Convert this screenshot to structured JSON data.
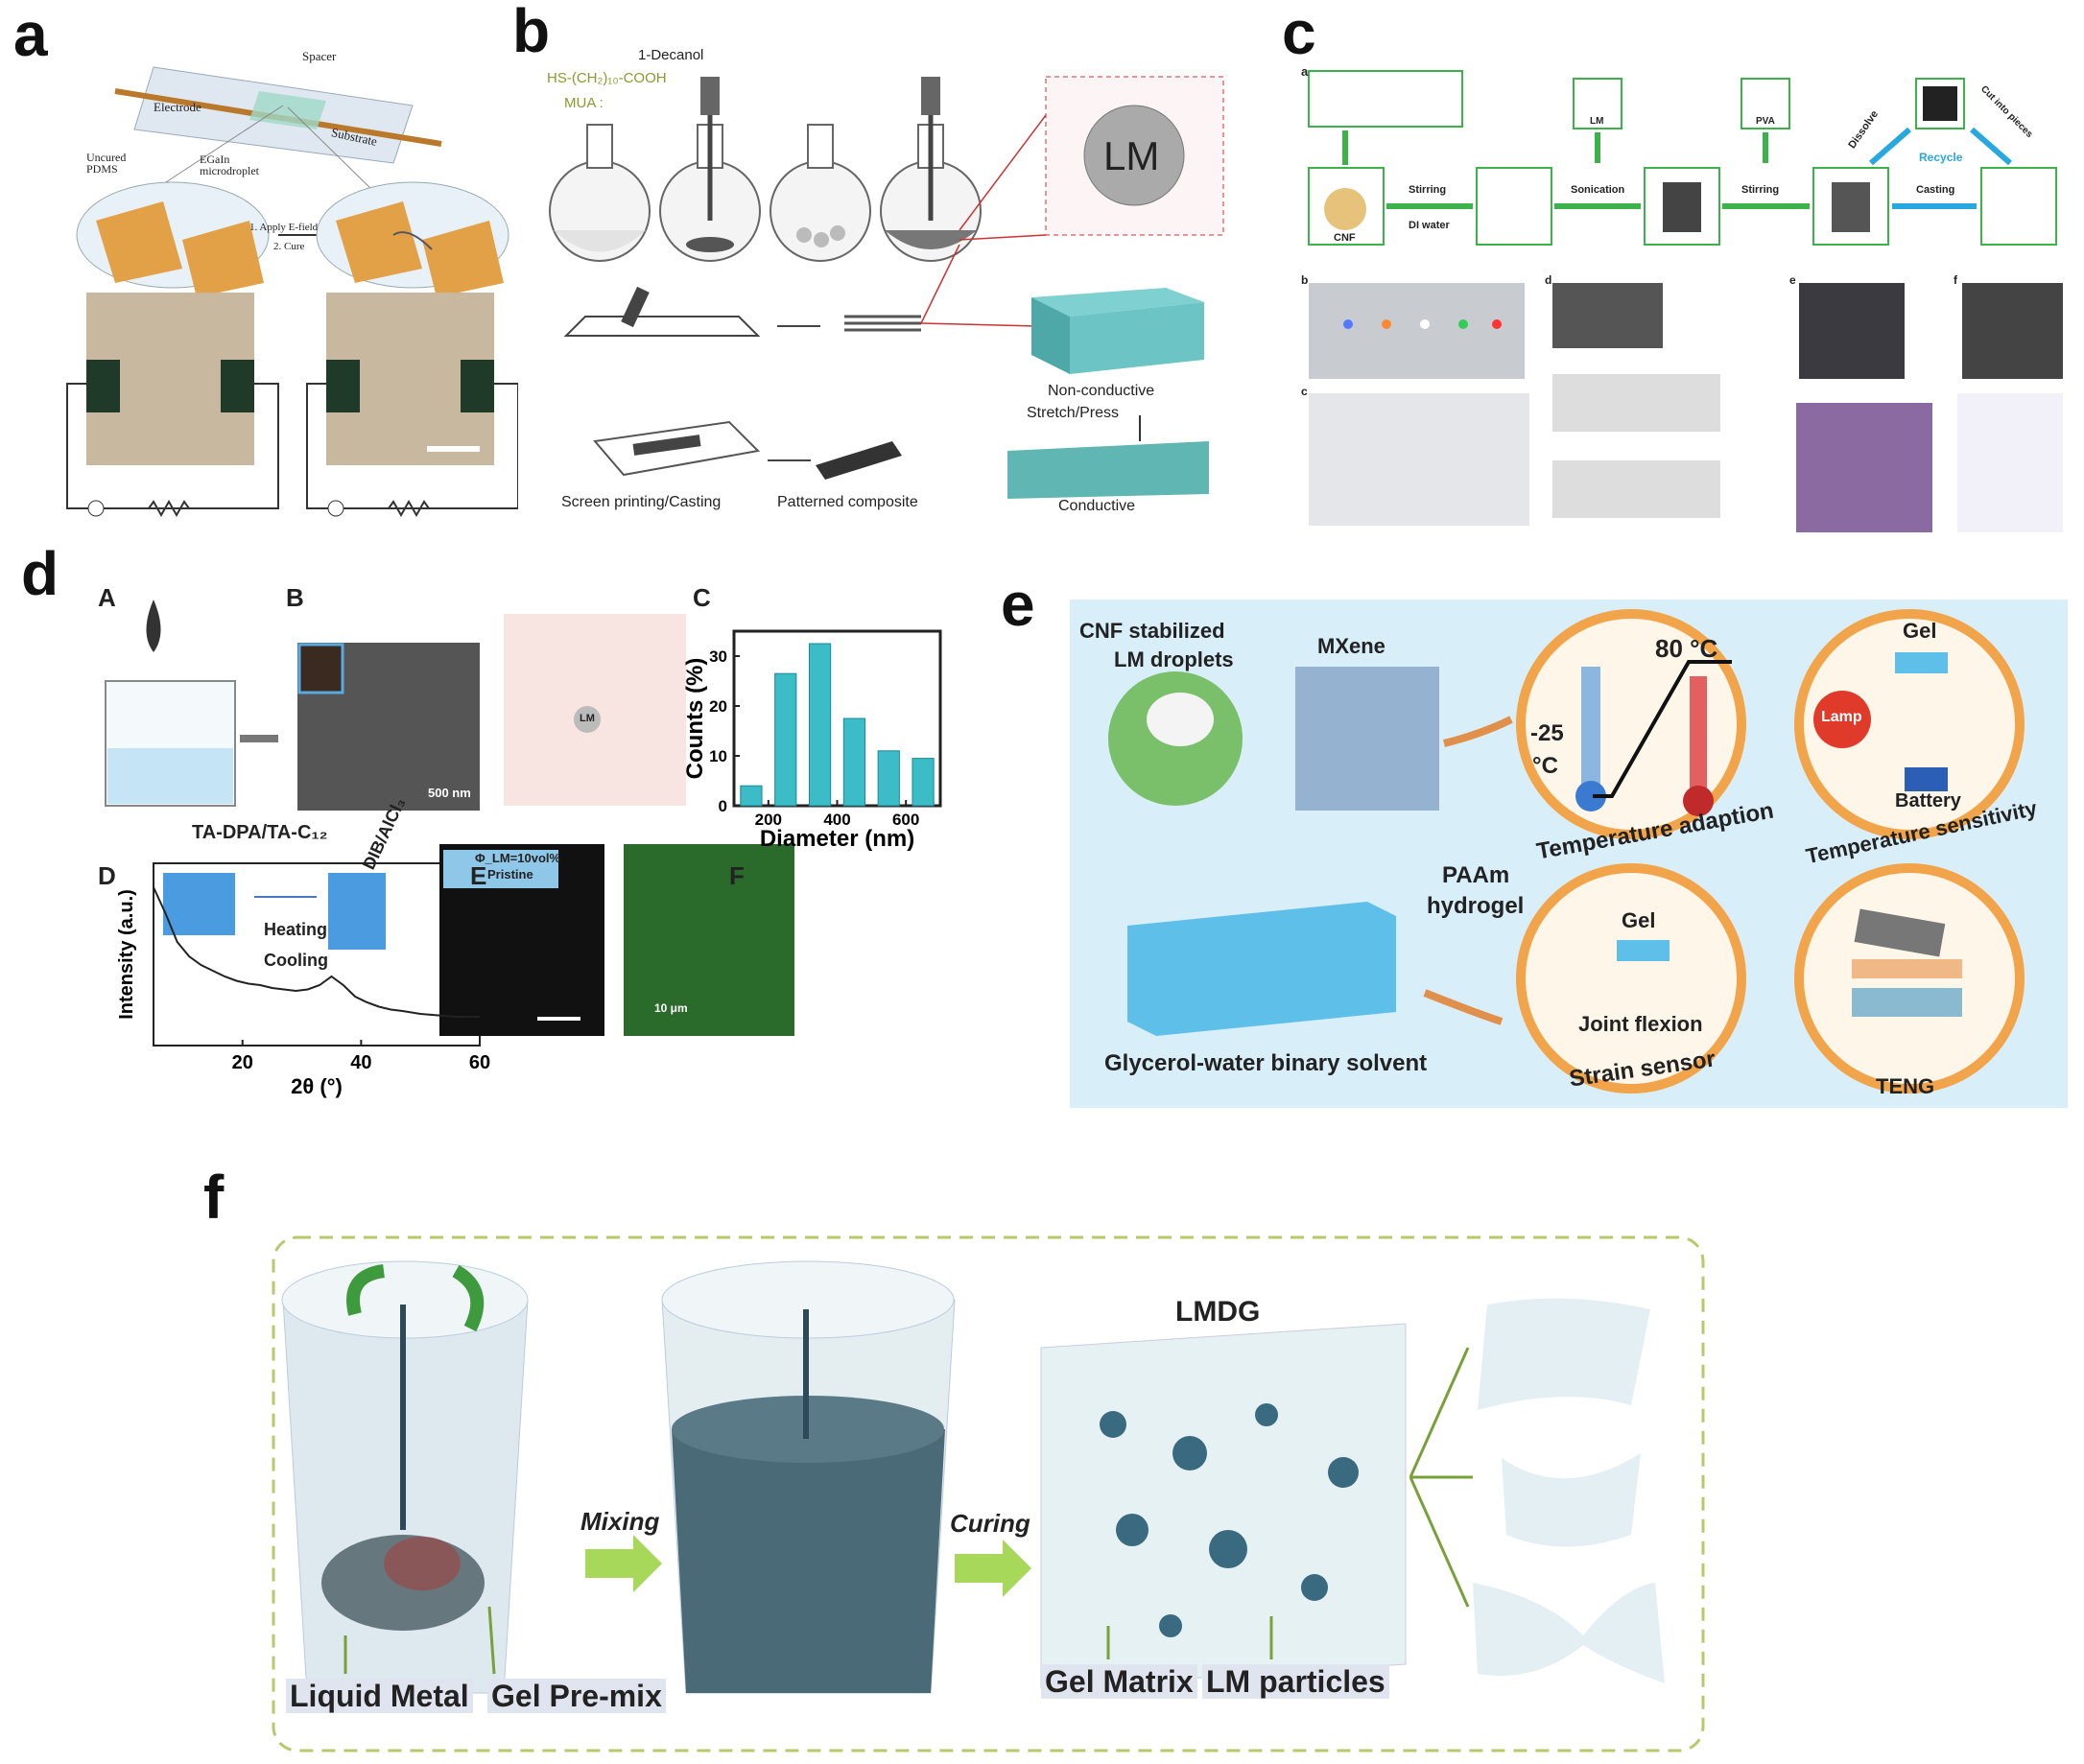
{
  "panels": {
    "a": {
      "label": "a",
      "spacer": "Spacer",
      "electrode": "Electrode",
      "substrate": "Substrate",
      "uncured_pdms": "Uncured PDMS",
      "egain": "EGaIn microdroplet",
      "step1": "1. Apply E-field",
      "step2": "2. Cure"
    },
    "b": {
      "label": "b",
      "decanol": "1-Decanol",
      "mua_formula": "HS-(CH₂)₁₀-COOH",
      "mua": "MUA :",
      "lm": "LM",
      "non_conductive": "Non-conductive",
      "stretch_press": "Stretch/Press",
      "conductive": "Conductive",
      "screen_printing": "Screen printing/Casting",
      "patterned": "Patterned composite"
    },
    "c": {
      "label": "c",
      "sub_a": "a",
      "cnf": "CNF",
      "stirring1": "Stirring",
      "di_water": "DI water",
      "lm": "LM",
      "sonication": "Sonication",
      "pva": "PVA",
      "stirring2": "Stirring",
      "dissolve": "Dissolve",
      "recycle": "Recycle",
      "cut": "Cut into pieces",
      "casting": "Casting",
      "sub_b": "b",
      "sub_c": "c",
      "sub_d": "d",
      "sub_e": "e",
      "sub_f": "f"
    },
    "d": {
      "label": "d",
      "A": "A",
      "B": "B",
      "C": "C",
      "D": "D",
      "E": "E",
      "F": "F",
      "ta_label": "TA-DPA/TA-C₁₂",
      "dib_label": "DIB/AlCl₃",
      "scale_500": "500 nm",
      "scale_10": "10 μm",
      "phi": "Φ_LM=10vol%",
      "pristine": "Pristine",
      "heating": "Heating",
      "cooling": "Cooling",
      "lm_molecule": "LM"
    },
    "e": {
      "label": "e",
      "cnf_lm": "CNF stabilized",
      "cnf_lm2": "LM droplets",
      "mxene": "MXene",
      "paam": "PAAm",
      "hydrogel": "hydrogel",
      "solvent": "Glycerol-water binary solvent",
      "temp80": "80 °C",
      "temp25": "-25",
      "tempc": "°C",
      "temp_adaption": "Temperature adaption",
      "gel1": "Gel",
      "lamp": "Lamp",
      "battery": "Battery",
      "temp_sensitivity": "Temperature sensitivity",
      "gel2": "Gel",
      "joint": "Joint flexion",
      "strain": "Strain sensor",
      "teng": "TENG"
    },
    "f": {
      "label": "f",
      "lmdg": "LMDG",
      "mixing": "Mixing",
      "curing": "Curing",
      "liquid_metal": "Liquid Metal",
      "gel_premix": "Gel Pre-mix",
      "gel_matrix": "Gel Matrix",
      "lm_particles": "LM particles"
    }
  },
  "chart_data": [
    {
      "type": "bar",
      "title": "",
      "xlabel": "Diameter (nm)",
      "ylabel": "Counts (%)",
      "x": [
        150,
        250,
        350,
        450,
        550,
        650
      ],
      "values": [
        4,
        26.5,
        32.5,
        17.5,
        11,
        9.5
      ],
      "xlim": [
        100,
        700
      ],
      "ylim": [
        0,
        35
      ],
      "xticks": [
        200,
        400,
        600
      ],
      "yticks": [
        0,
        10,
        20,
        30
      ],
      "color": "#3bbcc6"
    },
    {
      "type": "line",
      "title": "",
      "xlabel": "2θ (°)",
      "ylabel": "Intensity (a.u.)",
      "xlim": [
        5,
        60
      ],
      "xticks": [
        20,
        40,
        60
      ],
      "x": [
        5,
        7,
        9,
        11,
        13,
        15,
        17,
        19,
        21,
        23,
        25,
        27,
        29,
        31,
        33,
        35,
        37,
        39,
        41,
        43,
        45,
        47,
        50,
        53,
        56,
        60
      ],
      "y": [
        1.0,
        0.82,
        0.62,
        0.52,
        0.46,
        0.42,
        0.38,
        0.35,
        0.33,
        0.32,
        0.3,
        0.29,
        0.28,
        0.29,
        0.32,
        0.38,
        0.32,
        0.24,
        0.2,
        0.17,
        0.15,
        0.14,
        0.12,
        0.11,
        0.1,
        0.1
      ]
    }
  ]
}
